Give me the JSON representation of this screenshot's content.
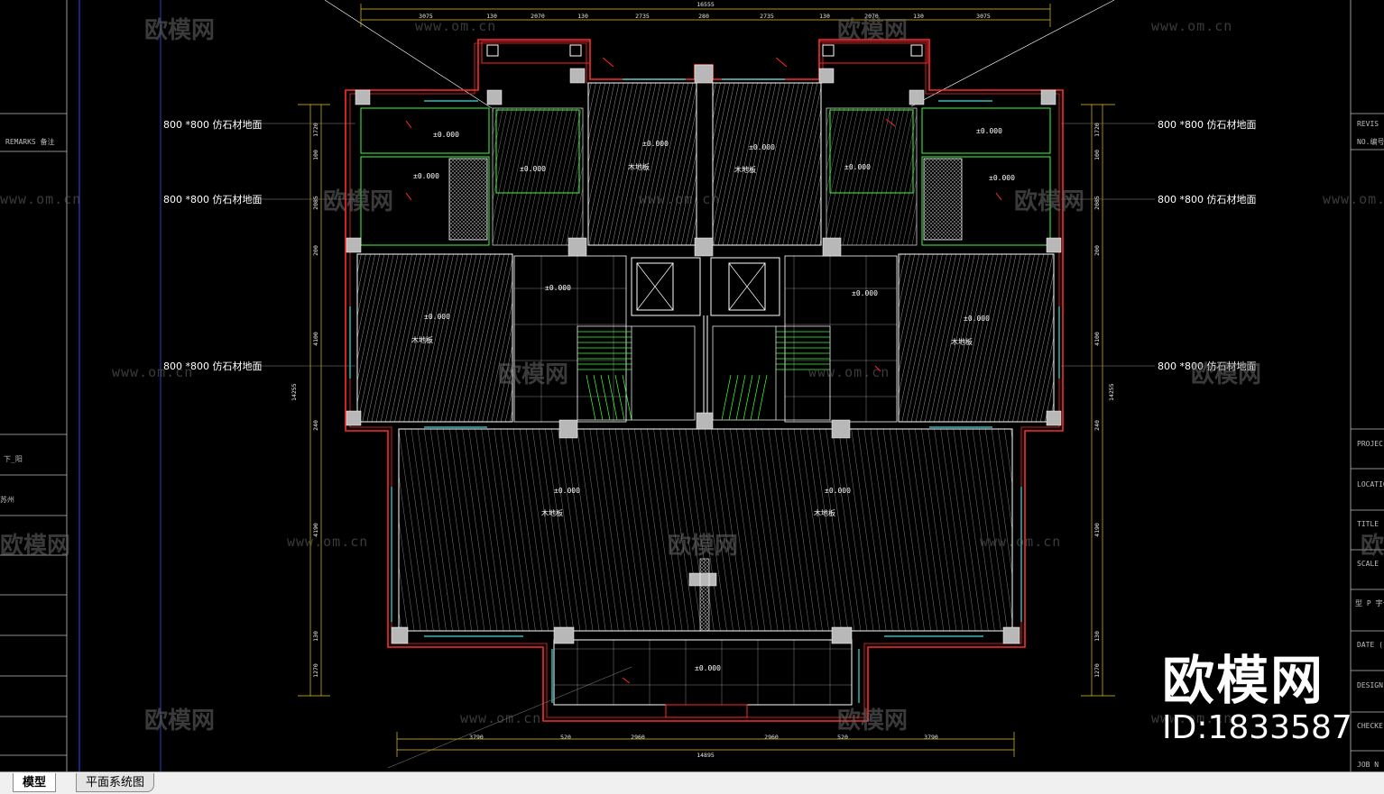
{
  "tabs": [
    {
      "label": "模型",
      "active": true
    },
    {
      "label": "平面系统图",
      "active": false
    }
  ],
  "watermark": {
    "brand": "欧模网",
    "url": "www.om.cn",
    "id_label": "ID:1833587"
  },
  "annotations": {
    "floor_finish": "800 *800 仿石材地面",
    "wood_floor": "木地板",
    "level": "±0.000"
  },
  "left_table": {
    "remarks": "REMARKS 备注",
    "row_a": "下_阳",
    "row_b": "苏州"
  },
  "title_block": {
    "revision": "REVIS",
    "no": "NO.编号",
    "project": "PROJEC",
    "location": "LOCATIO",
    "title": "TITLE (",
    "scale": "SCALE",
    "ratio": "型 P 字号",
    "date": "DATE (",
    "design": "DESIGN",
    "checked": "CHECKE",
    "job": "JOB N"
  },
  "dimensions": {
    "top": [
      "3075",
      "130",
      "2070",
      "130",
      "2735",
      "280",
      "2735",
      "130",
      "2070",
      "130",
      "3075"
    ],
    "top_total": "16555",
    "bottom": [
      "3790",
      "520",
      "2960",
      "2960",
      "520",
      "3790"
    ],
    "bottom_total": "14895",
    "left": [
      "1720",
      "100",
      "2085",
      "200",
      "4100",
      "240",
      "4190",
      "130",
      "1270"
    ],
    "left_total": "14255"
  },
  "colors": {
    "background": "#000000",
    "wall_red": "#ff2a2a",
    "green": "#3cff3c",
    "cyan": "#2ee6e6",
    "yellow": "#e6c800",
    "white": "#ffffff",
    "column_gray": "#b8b8b8"
  }
}
